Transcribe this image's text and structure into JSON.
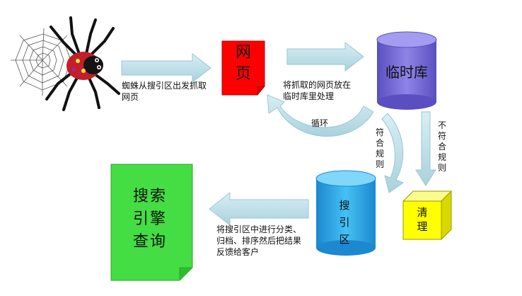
{
  "nodes": {
    "webpage": "网页",
    "temp_db": "临时库",
    "clean": "清理",
    "index": "搜引区",
    "query": "搜索引擎查询"
  },
  "edges": {
    "spider_to_page": "蜘蛛从搜引区出发抓取网页",
    "page_to_temp": "将抓取的网页放在临时库里处理",
    "loop": "循环",
    "match_rules": "符合规则",
    "not_match_rules": "不符合规则",
    "index_to_query": "将搜引区中进行分类、归档、排序然后把结果反馈给客户"
  },
  "colors": {
    "webpage": "#ff0000",
    "temp_db": "#7b6fd6",
    "clean": "#ffff00",
    "index": "#2aa6e6",
    "query": "#44dd44",
    "arrow": "#b9dde7"
  },
  "icons": [
    "spider-icon"
  ]
}
